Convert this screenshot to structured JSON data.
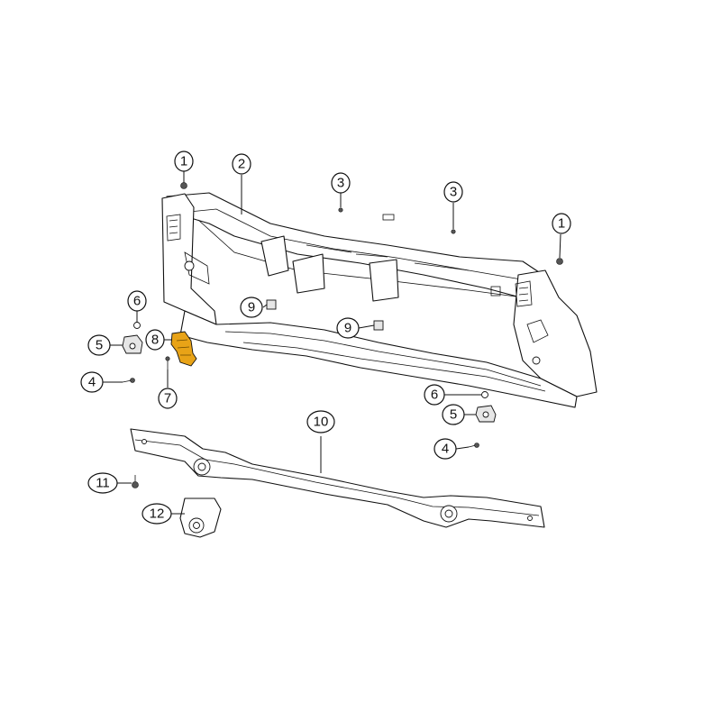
{
  "diagram": {
    "callouts": [
      {
        "id": "c1a",
        "label": "1"
      },
      {
        "id": "c2",
        "label": "2"
      },
      {
        "id": "c3a",
        "label": "3"
      },
      {
        "id": "c3b",
        "label": "3"
      },
      {
        "id": "c1b",
        "label": "1"
      },
      {
        "id": "c6a",
        "label": "6"
      },
      {
        "id": "c9a",
        "label": "9"
      },
      {
        "id": "c9b",
        "label": "9"
      },
      {
        "id": "c5a",
        "label": "5"
      },
      {
        "id": "c8",
        "label": "8"
      },
      {
        "id": "c4a",
        "label": "4"
      },
      {
        "id": "c7",
        "label": "7"
      },
      {
        "id": "c6b",
        "label": "6"
      },
      {
        "id": "c10",
        "label": "10"
      },
      {
        "id": "c5b",
        "label": "5"
      },
      {
        "id": "c4b",
        "label": "4"
      },
      {
        "id": "c11",
        "label": "11"
      },
      {
        "id": "c12",
        "label": "12"
      }
    ],
    "highlight_color": "#e8a317",
    "line_color": "#111111"
  }
}
